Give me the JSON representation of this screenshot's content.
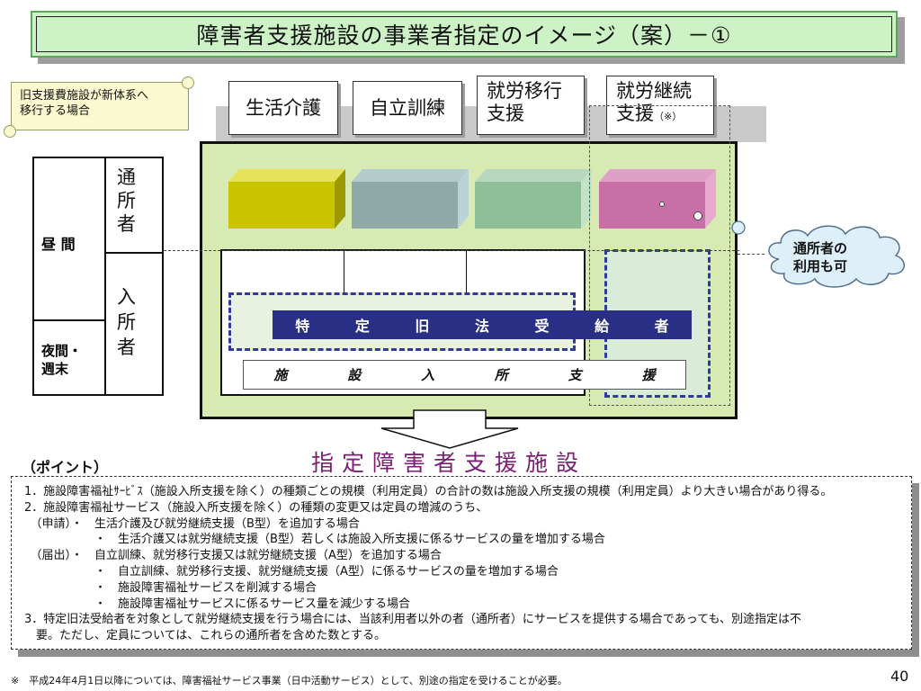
{
  "title": "障害者支援施設の事業者指定のイメージ（案）－①",
  "scroll_note": [
    "旧支援費施設が新体系へ",
    "移行する場合"
  ],
  "services": [
    {
      "lines": [
        "生活介護"
      ]
    },
    {
      "lines": [
        "自立訓練"
      ]
    },
    {
      "lines": [
        "就労移行",
        "支援"
      ]
    },
    {
      "lines": [
        "就労継続",
        "支援"
      ],
      "suffix": "（※）"
    }
  ],
  "left_table": {
    "daytime": "昼 間",
    "night": [
      "夜間・",
      "週末"
    ],
    "commuters": "通所者",
    "residents": "入所者"
  },
  "navy_bar_chars": [
    "特",
    "定",
    "旧",
    "法",
    "受",
    "給",
    "者"
  ],
  "facility_bar_chars": [
    "施",
    "設",
    "入",
    "所",
    "支",
    "援"
  ],
  "cloud": [
    "通所者の",
    "利用も可"
  ],
  "colors": {
    "block_yellow": "#c8c400",
    "block_slate": "#8faaa8",
    "block_green": "#8fbf98",
    "block_pink": "#c76fa6",
    "navy": "#2a2f86",
    "frame_green": "#d7eab1",
    "title_green": "#cdf2c6",
    "cloud_blue": "#ddeff8",
    "accent_purple": "#7a1d73"
  },
  "points_title": "（ポイント）",
  "designated_label": "指定障害者支援施設",
  "notes": [
    "1．施設障害福祉ｻｰﾋﾞｽ（施設入所支援を除く）の種類ごとの規模（利用定員）の合計の数は施設入所支援の規模（利用定員）より大きい場合があり得る。",
    "2．施設障害福祉サービス（施設入所支援を除く）の種類の変更又は定員の増減のうち、",
    "　（申請）・　生活介護及び就労継続支援（B型）を追加する場合",
    "　　　　　　・　生活介護又は就労継続支援（B型）若しくは施設入所支援に係るサービスの量を増加する場合",
    "　（届出）・　自立訓練、就労移行支援又は就労継続支援（A型）を追加する場合",
    "　　　　　　・　自立訓練、就労移行支援、就労継続支援（A型）に係るサービスの量を増加する場合",
    "　　　　　　・　施設障害福祉サービスを削減する場合",
    "　　　　　　・　施設障害福祉サービスに係るサービス量を減少する場合",
    "3．特定旧法受給者を対象として就労継続支援を行う場合には、当該利用者以外の者（通所者）にサービスを提供する場合であっても、別途指定は不",
    "　要。ただし、定員については、これらの通所者を含めた数とする。"
  ],
  "footnote": "※　平成24年4月1日以降については、障害福祉サービス事業（日中活動サービス）として、別途の指定を受けることが必要。",
  "page_number": "40"
}
